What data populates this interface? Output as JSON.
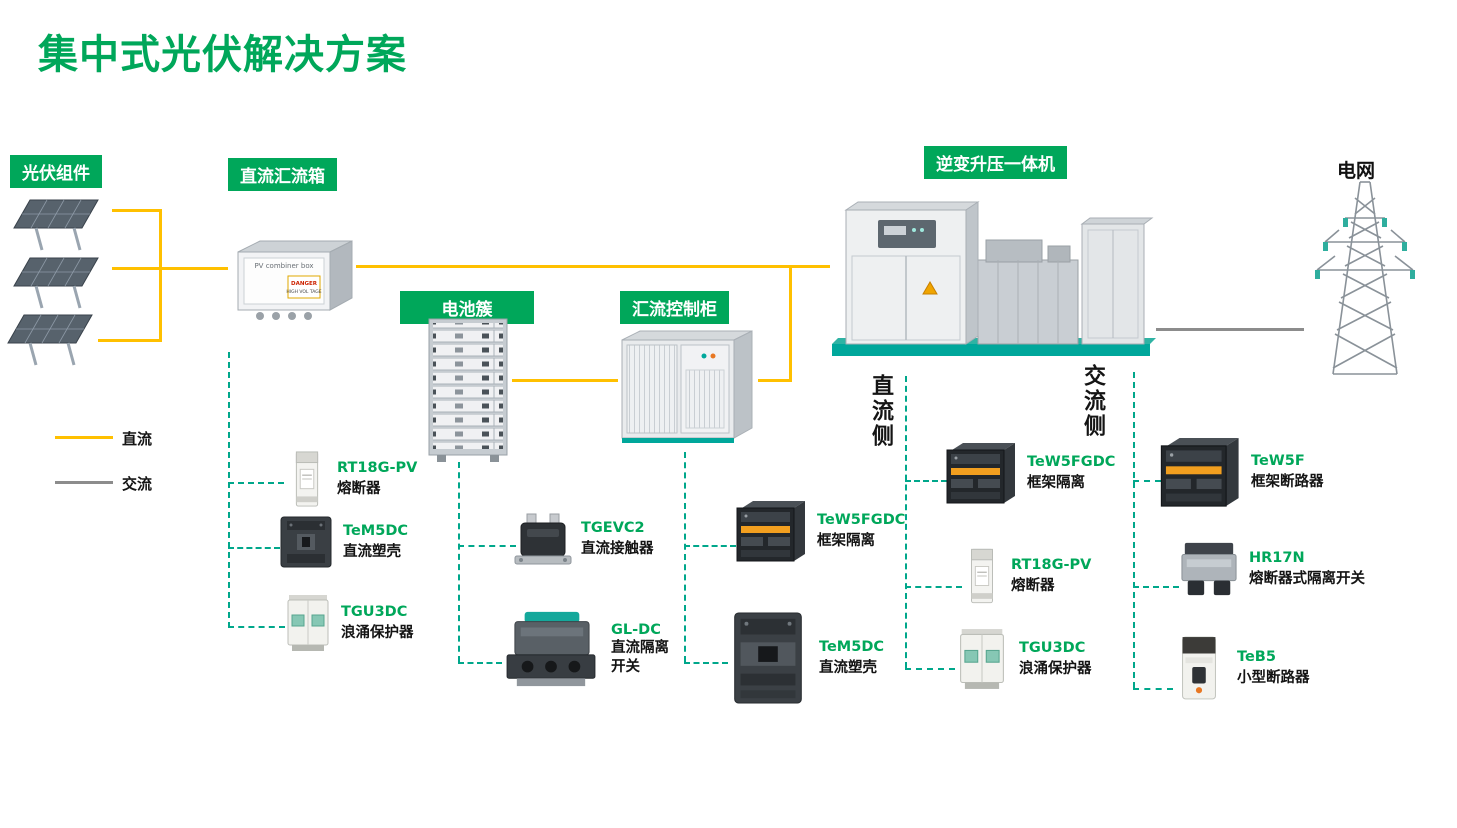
{
  "title": "集中式光伏解决方案",
  "stages": {
    "pv": {
      "label": "光伏组件"
    },
    "combiner": {
      "label": "直流汇流箱",
      "box_title": "PV combiner box",
      "danger": "DANGER",
      "high_voltage": "HIGH VOL TAGE"
    },
    "battery": {
      "label": "电池簇"
    },
    "control": {
      "label": "汇流控制柜"
    },
    "inverter": {
      "label": "逆变升压一体机"
    },
    "grid": {
      "label": "电网"
    }
  },
  "legend": {
    "dc": "直流",
    "ac": "交流"
  },
  "sides": {
    "dc": "直流侧",
    "ac": "交流侧"
  },
  "colors": {
    "brand_green": "#00A75A",
    "teal": "#00A79B",
    "dc_yellow": "#FFC000",
    "ac_gray": "#8C8C8C"
  },
  "components": [
    {
      "name": "RT18G-PV",
      "desc": "熔断器"
    },
    {
      "name": "TeM5DC",
      "desc": "直流塑壳"
    },
    {
      "name": "TGU3DC",
      "desc": "浪涌保护器"
    },
    {
      "name": "TGEVC2",
      "desc": "直流接触器"
    },
    {
      "name": "GL-DC",
      "desc": "直流隔离开关"
    },
    {
      "name": "TeW5FGDC",
      "desc": "框架隔离"
    },
    {
      "name": "TeM5DC",
      "desc": "直流塑壳"
    },
    {
      "name": "TeW5FGDC",
      "desc": "框架隔离"
    },
    {
      "name": "RT18G-PV",
      "desc": "熔断器"
    },
    {
      "name": "TGU3DC",
      "desc": "浪涌保护器"
    },
    {
      "name": "TeW5F",
      "desc": "框架断路器"
    },
    {
      "name": "HR17N",
      "desc": "熔断器式隔离开关"
    },
    {
      "name": "TeB5",
      "desc": "小型断路器"
    }
  ]
}
